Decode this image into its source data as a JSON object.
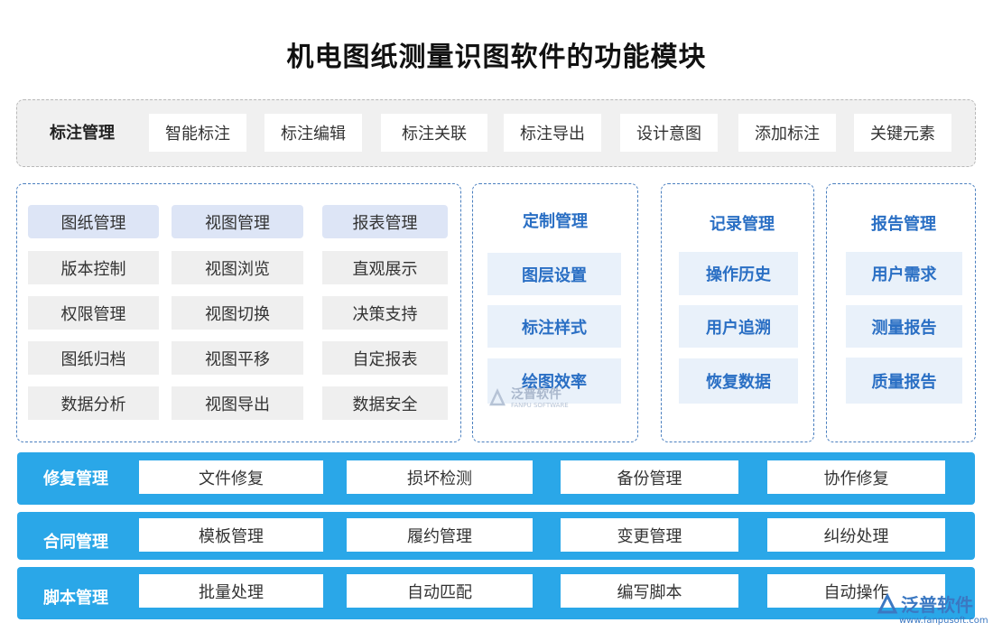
{
  "title": "机电图纸测量识图软件的功能模块",
  "annotation": {
    "label": "标注管理",
    "items": [
      "智能标注",
      "标注编辑",
      "标注关联",
      "标注导出",
      "设计意图",
      "添加标注",
      "关键元素"
    ]
  },
  "main_grid": {
    "headers": [
      "图纸管理",
      "视图管理",
      "报表管理"
    ],
    "col1": [
      "版本控制",
      "权限管理",
      "图纸归档",
      "数据分析"
    ],
    "col2": [
      "视图浏览",
      "视图切换",
      "视图平移",
      "视图导出"
    ],
    "col3": [
      "直观展示",
      "决策支持",
      "自定报表",
      "数据安全"
    ]
  },
  "custom": {
    "title": "定制管理",
    "items": [
      "图层设置",
      "标注样式",
      "绘图效率"
    ]
  },
  "record": {
    "title": "记录管理",
    "items": [
      "操作历史",
      "用户追溯",
      "恢复数据"
    ]
  },
  "report": {
    "title": "报告管理",
    "items": [
      "用户需求",
      "测量报告",
      "质量报告"
    ]
  },
  "bands": [
    {
      "label": "修复管理",
      "items": [
        "文件修复",
        "损坏检测",
        "备份管理",
        "协作修复"
      ]
    },
    {
      "label": "合同管理",
      "items": [
        "模板管理",
        "履约管理",
        "变更管理",
        "纠纷处理"
      ]
    },
    {
      "label": "脚本管理",
      "items": [
        "批量处理",
        "自动匹配",
        "编写脚本",
        "自动操作"
      ]
    }
  ],
  "watermark": {
    "center_cn": "泛普软件",
    "center_en": "FANPU SOFTWARE",
    "corner_cn": "泛普软件",
    "corner_url": "www.fanpusoft.com"
  },
  "colors": {
    "band": "#2aa7e8",
    "accent_text": "#2a6fc4",
    "dash_border": "#4a7fbf"
  }
}
